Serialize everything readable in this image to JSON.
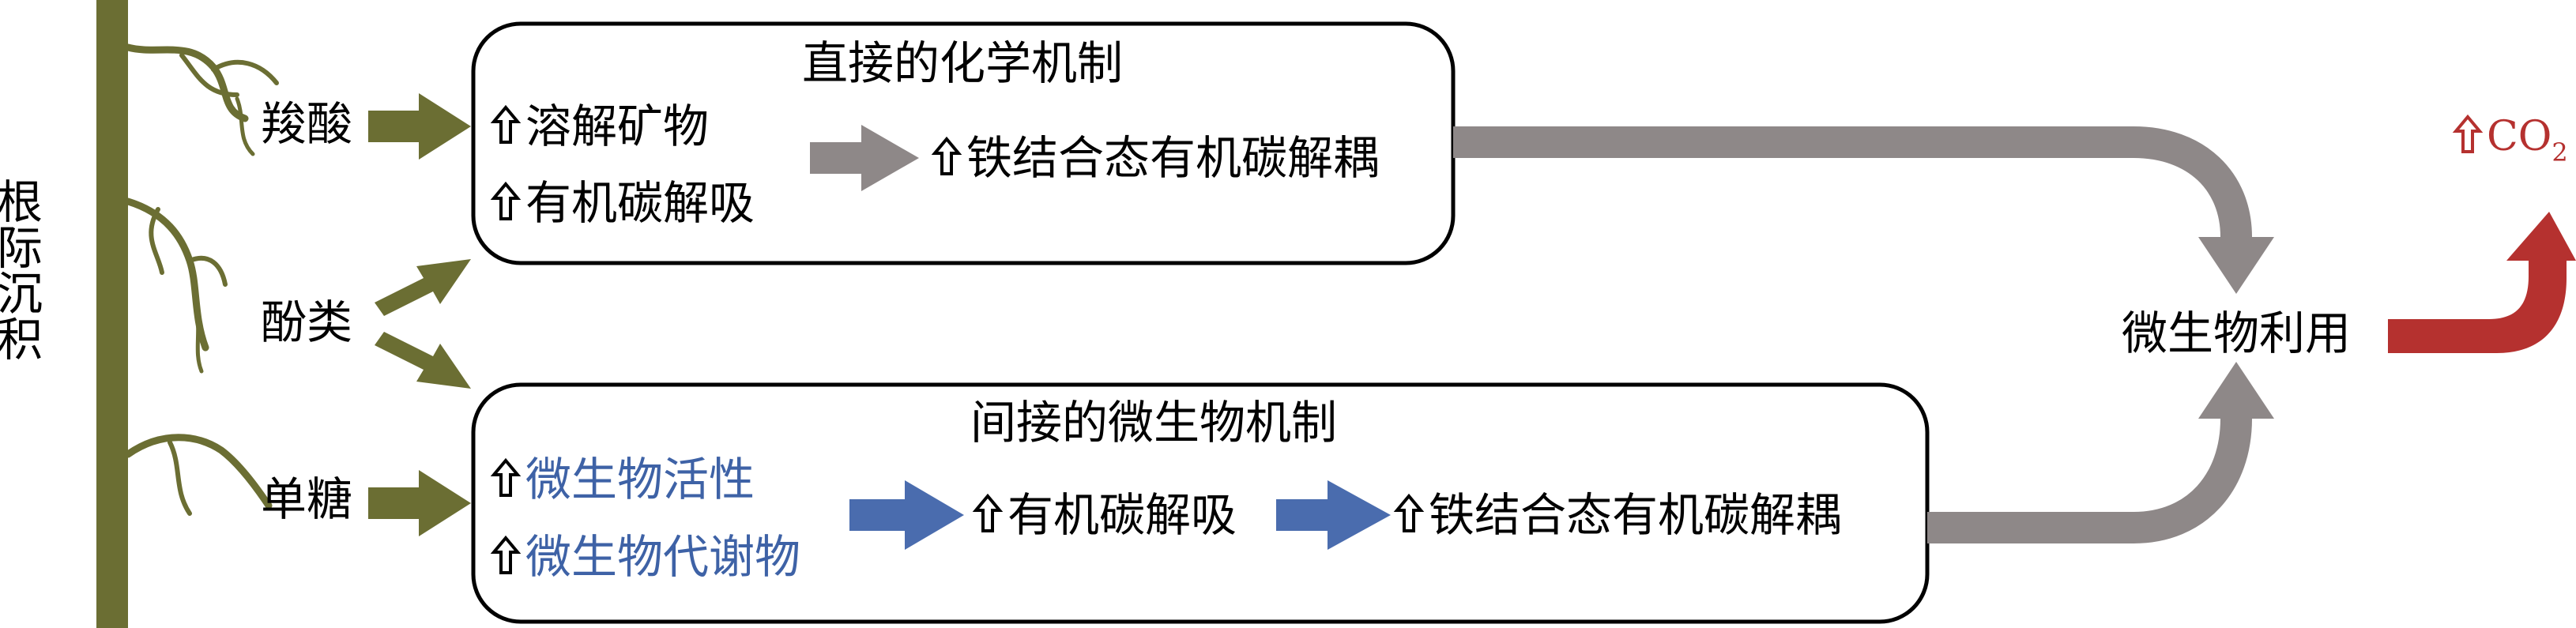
{
  "root_label": "根际沉积",
  "exudates": {
    "carboxylic": "羧酸",
    "phenolic": "酚类",
    "sugar": "单糖"
  },
  "direct": {
    "title": "直接的化学机制",
    "item1": "溶解矿物",
    "item2": "有机碳解吸",
    "result": "铁结合态有机碳解耦"
  },
  "indirect": {
    "title": "间接的微生物机制",
    "item1": "微生物活性",
    "item2": "微生物代谢物",
    "step": "有机碳解吸",
    "result": "铁结合态有机碳解耦"
  },
  "microbial_use": "微生物利用",
  "co2": {
    "label": "CO",
    "subscript": "2"
  },
  "icons": {
    "up": "hollow-up-arrow-icon"
  },
  "colors": {
    "root": "#6b6e33",
    "exudate_arrow": "#6b6e33",
    "grey_arrow": "#8e8888",
    "blue_arrow": "#4a6cae",
    "blue_text": "#3e62a6",
    "red": "#b5312f"
  }
}
